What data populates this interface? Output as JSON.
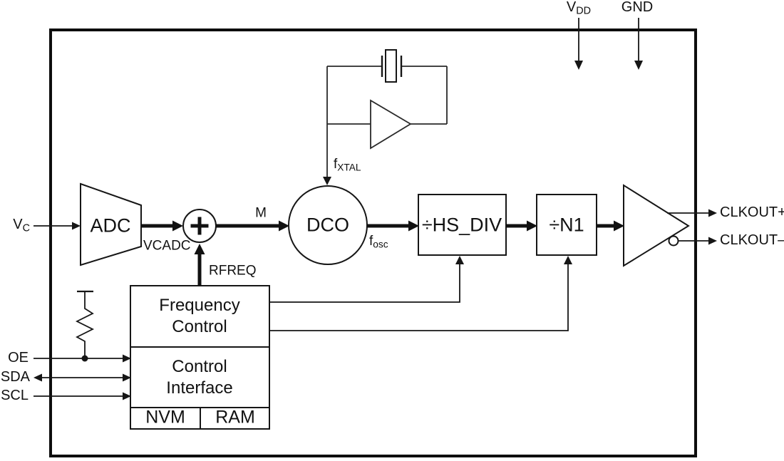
{
  "ports": {
    "vc": {
      "main": "V",
      "sub": "C"
    },
    "oe": "OE",
    "sda": "SDA",
    "scl": "SCL",
    "vdd": {
      "main": "V",
      "sub": "DD"
    },
    "gnd": "GND",
    "clkout_p": "CLKOUT+",
    "clkout_n": "CLKOUT–"
  },
  "blocks": {
    "adc": "ADC",
    "dco": "DCO",
    "hs_div": "÷HS_DIV",
    "n1": "÷N1",
    "frequency_control": "Frequency\nControl",
    "control_interface": "Control\nInterface",
    "nvm": "NVM",
    "ram": "RAM"
  },
  "signals": {
    "m": "M",
    "vcadc": "VCADC",
    "rfreq": "RFREQ",
    "fosc": {
      "main": "f",
      "sub": "osc"
    },
    "fxtal": {
      "main": "f",
      "sub": "XTAL"
    }
  },
  "icons": {
    "summing_junction": "plus",
    "output_inversion": "bubble",
    "oe_pullup": "resistor",
    "crystal": "quartz-crystal"
  },
  "colors": {
    "line": "#161616",
    "background": "#ffffff"
  }
}
